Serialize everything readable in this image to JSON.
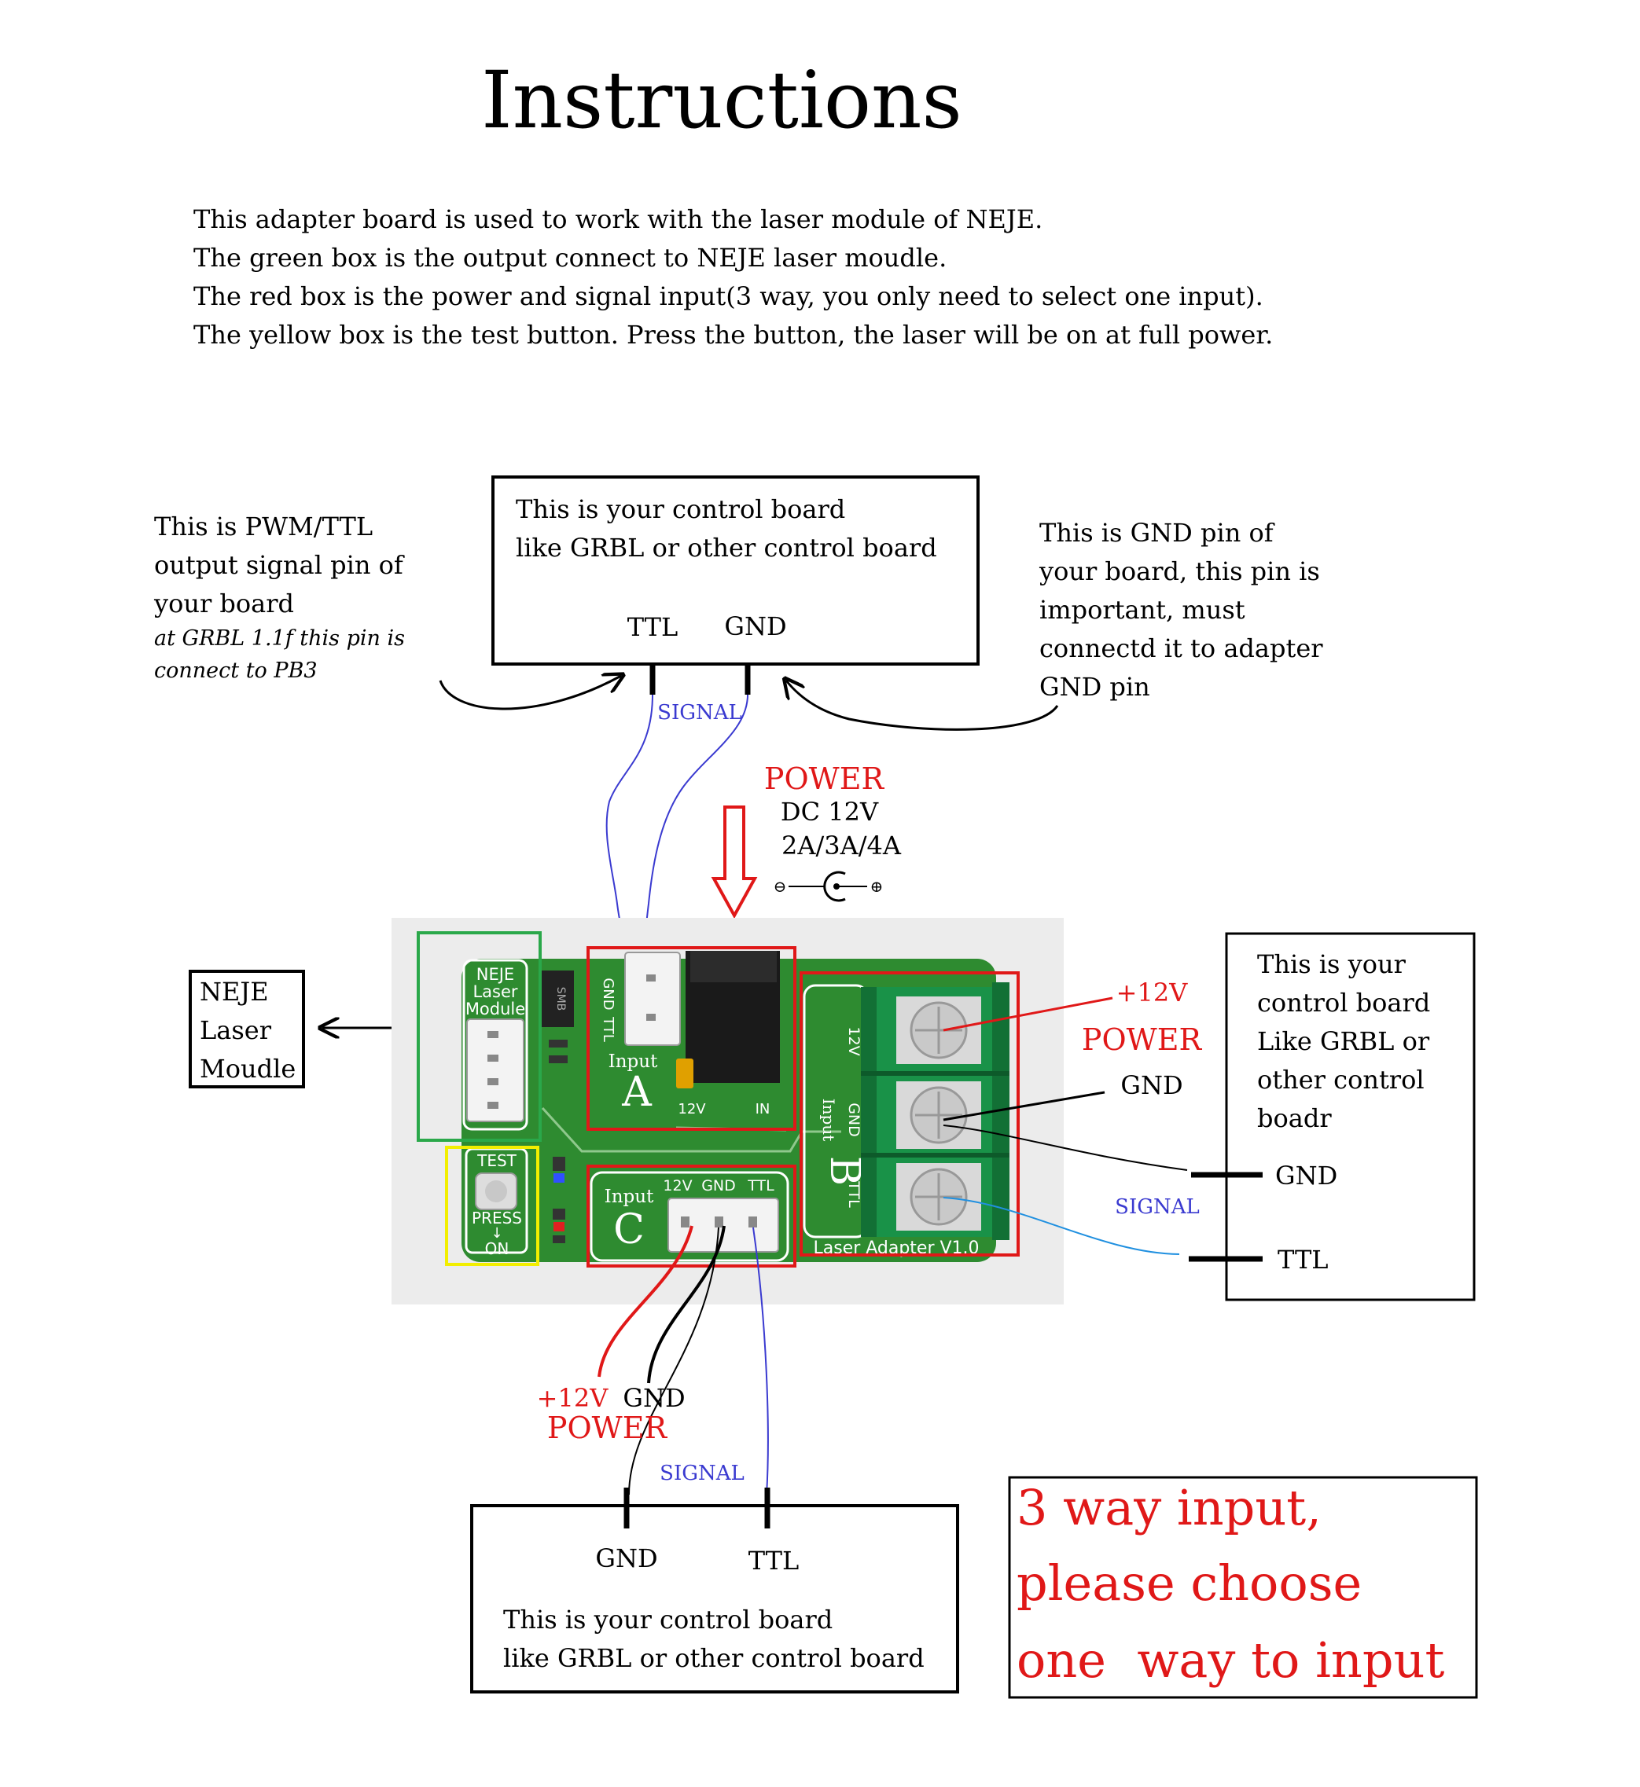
{
  "title": "Instructions",
  "intro_lines": [
    "This adapter board is used to work with the laser module of NEJE.",
    "The green box is the output connect to NEJE laser moudle.",
    "The red box is the power and signal input(3 way, you only need to select one input).",
    "The yellow box is the test button. Press the button, the laser will be on at full power."
  ],
  "top_board": {
    "lines": [
      "This is your control board",
      "like GRBL or other control board"
    ],
    "ttl": "TTL",
    "gnd": "GND"
  },
  "pwm_note": {
    "lines": [
      "This is PWM/TTL",
      "output signal pin of",
      "your board"
    ],
    "italic_lines": [
      "at GRBL 1.1f this pin is",
      "connect to PB3"
    ]
  },
  "gnd_note": {
    "lines": [
      "This is GND pin of",
      "your board, this pin is",
      "important, must",
      "connectd it to adapter",
      "GND pin"
    ]
  },
  "signal_top": "SIGNAL",
  "power_top": {
    "title": "POWER",
    "spec1": "DC 12V",
    "spec2": "2A/3A/4A",
    "minus": "⊖",
    "plus": "⊕"
  },
  "neje_box": {
    "lines": [
      "NEJE",
      "Laser",
      "Moudle"
    ]
  },
  "pcb": {
    "module_label": [
      "NEJE",
      "Laser",
      "Module"
    ],
    "smb": "SMB",
    "input_a": "Input",
    "letter_a": "A",
    "gnd": "GND",
    "ttl": "TTL",
    "v12": "12V",
    "in": "IN",
    "test": "TEST",
    "press": "PRESS",
    "arrow": "↓",
    "on": "ON",
    "input_c": "Input",
    "letter_c": "C",
    "c_12v": "12V",
    "c_gnd": "GND",
    "c_ttl": "TTL",
    "b_12v": "12V",
    "b_gnd": "GND",
    "b_input": "Input",
    "letter_b": "B",
    "b_ttl": "TTL",
    "version": "Laser Adapter V1.0"
  },
  "right_labels": {
    "plus12": "+12V",
    "power": "POWER",
    "gnd": "GND",
    "signal": "SIGNAL"
  },
  "right_board": {
    "lines": [
      "This is your",
      "control board",
      "Like GRBL or",
      "other control",
      "boadr"
    ],
    "gnd": "GND",
    "ttl": "TTL"
  },
  "bottom_labels": {
    "plus12": "+12V",
    "gnd": "GND",
    "power": "POWER",
    "signal": "SIGNAL"
  },
  "bottom_board": {
    "gnd": "GND",
    "ttl": "TTL",
    "lines": [
      "This is your control board",
      "like GRBL or other control board"
    ]
  },
  "three_way": [
    "3 way input,",
    "please choose",
    "one  way to input"
  ],
  "colors": {
    "red": "#e01818",
    "blue": "#3a3ad0",
    "pcb_green": "#2e8b30",
    "terminal_green": "#199248",
    "highlight_green": "#2aa84a",
    "highlight_yellow": "#f2ee00",
    "highlight_red": "#e01818"
  }
}
